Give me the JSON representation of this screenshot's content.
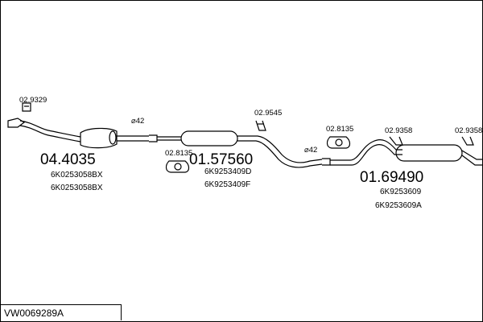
{
  "drawing_id": "VW0069289A",
  "sections": [
    {
      "main_code": "04.4035",
      "parts": [
        "6K0253058BX",
        "6K0253058BX"
      ]
    },
    {
      "main_code": "01.57560",
      "parts": [
        "6K9253409D",
        "6K9253409F"
      ]
    },
    {
      "main_code": "01.69490",
      "parts": [
        "6K9253609",
        "6K9253609A"
      ]
    }
  ],
  "hardware": [
    {
      "code": "02.9329"
    },
    {
      "code": "02.8135"
    },
    {
      "code": "02.9545"
    },
    {
      "code": "02.8135"
    },
    {
      "code": "02.9358"
    },
    {
      "code": "02.9358"
    }
  ],
  "pipe_diameters": [
    {
      "text": "⌀42"
    },
    {
      "text": "⌀42"
    }
  ]
}
